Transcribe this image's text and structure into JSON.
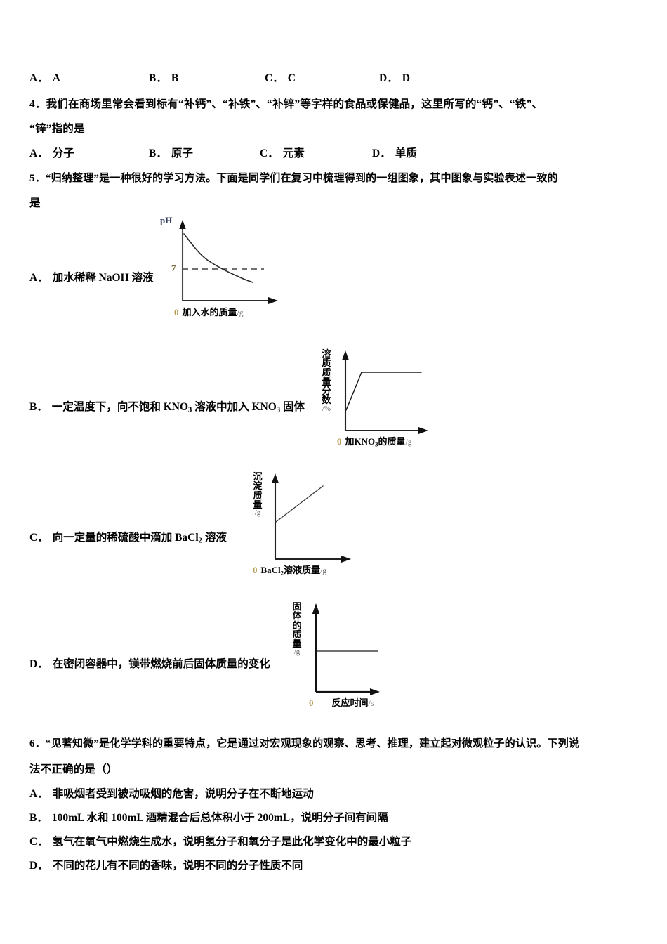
{
  "document": {
    "language": "zh-CN",
    "subject": "chemistry-exam-paper"
  },
  "question_3_options": [
    {
      "label": "A．",
      "text": "A"
    },
    {
      "label": "B．",
      "text": "B"
    },
    {
      "label": "C．",
      "text": "C"
    },
    {
      "label": "D．",
      "text": "D"
    }
  ],
  "question_4": {
    "number": "4．",
    "stem_line_1": "我们在商场里常会看到标有“补钙”、“补铁”、“补锌”等字样的食品或保健品，这里所写的“钙”、“铁”、",
    "stem_line_2": "“锌”指的是",
    "options": [
      {
        "label": "A．",
        "text": "分子"
      },
      {
        "label": "B．",
        "text": "原子"
      },
      {
        "label": "C．",
        "text": "元素"
      },
      {
        "label": "D．",
        "text": "单质"
      }
    ]
  },
  "question_5": {
    "number": "5．",
    "stem_line_1": "“归纳整理”是一种很好的学习方法。下面是同学们在复习中梳理得到的一组图象，其中图象与实验表述一致的",
    "stem_line_2": "是",
    "options": [
      {
        "label": "A．",
        "text_before": "加水稀释 ",
        "formula": "NaOH",
        "text_after": " 溶液",
        "full_text": "加水稀释 NaOH 溶液"
      },
      {
        "label": "B．",
        "full_text": "一定温度下，向不饱和 KNO3 溶液中加入 KNO3 固体"
      },
      {
        "label": "C．",
        "full_text": "向一定量的稀硫酸中滴加 BaCl2 溶液"
      },
      {
        "label": "D．",
        "full_text": "在密闭容器中，镁带燃烧前后固体质量的变化"
      }
    ]
  },
  "question_6": {
    "number": "6．",
    "stem_line_1": "“见著知微”是化学学科的重要特点，它是通过对宏观现象的观察、思考、推理，建立起对微观粒子的认识。下列说",
    "stem_line_2": "法不正确的是（）",
    "options": [
      {
        "label": "A．",
        "text": "非吸烟者受到被动吸烟的危害，说明分子在不断地运动"
      },
      {
        "label": "B．",
        "text": "100mL 水和 100mL 酒精混合后总体积小于 200mL，说明分子间有间隔"
      },
      {
        "label": "C．",
        "text": "氢气在氧气中燃烧生成水，说明氢分子和氧分子是此化学变化中的最小粒子"
      },
      {
        "label": "D．",
        "text": "不同的花儿有不同的香味，说明不同的分子性质不同"
      }
    ]
  },
  "chart_data": [
    {
      "id": "chart-a",
      "type": "line",
      "title": "",
      "ylabel": "pH",
      "xlabel_zero": "0",
      "xlabel": "加入水的质量",
      "xunit": "/g",
      "ytick_labels": [
        "7"
      ],
      "reference_line": {
        "value": 7,
        "style": "dashed",
        "label": "7"
      },
      "grid": false,
      "legend": false,
      "series": [
        {
          "name": "pH",
          "description": "decaying curve starting high, crossing the pH=7 dashed line and continuing below it",
          "points": [
            [
              0,
              10.4
            ],
            [
              0.08,
              9.2
            ],
            [
              0.18,
              8.5
            ],
            [
              0.3,
              8.0
            ],
            [
              0.45,
              7.6
            ],
            [
              0.6,
              7.3
            ],
            [
              0.72,
              7.05
            ],
            [
              0.85,
              6.8
            ],
            [
              1.0,
              6.6
            ]
          ]
        }
      ]
    },
    {
      "id": "chart-b",
      "type": "line",
      "title": "",
      "ylabel_stacked": [
        "溶",
        "质",
        "质",
        "量",
        "分",
        "数"
      ],
      "ylabel": "溶质质量分数",
      "yunit": "/%",
      "xlabel_zero": "0",
      "xlabel": "加KNO3的质量",
      "xunit": "/g",
      "grid": false,
      "legend": false,
      "series": [
        {
          "name": "溶质质量分数",
          "description": "rises steeply from a positive intercept then becomes horizontal (saturation reached)",
          "points": [
            [
              0,
              2.0
            ],
            [
              0.22,
              7.2
            ],
            [
              1.0,
              7.2
            ]
          ]
        }
      ]
    },
    {
      "id": "chart-c",
      "type": "line",
      "title": "",
      "ylabel_stacked": [
        "沉",
        "淀",
        "质",
        "量"
      ],
      "ylabel": "沉淀质量",
      "yunit": "/g",
      "xlabel_zero": "0",
      "xlabel": "BaCl2溶液质量",
      "xunit": "/g",
      "grid": false,
      "legend": false,
      "series": [
        {
          "name": "沉淀质量",
          "description": "straight line rising from a positive y-intercept, no plateau",
          "points": [
            [
              0,
              2.6
            ],
            [
              0.62,
              7.4
            ]
          ]
        }
      ]
    },
    {
      "id": "chart-d",
      "type": "line",
      "title": "",
      "ylabel_stacked": [
        "固",
        "体",
        "的",
        "质",
        "量"
      ],
      "ylabel": "固体的质量",
      "yunit": "/g",
      "xlabel_zero": "0",
      "xlabel": "反应时间",
      "xunit": "/s",
      "grid": false,
      "legend": false,
      "series": [
        {
          "name": "固体的质量",
          "description": "constant horizontal line (mass unchanged in a sealed container)",
          "points": [
            [
              0,
              4.6
            ],
            [
              0.78,
              4.6
            ]
          ]
        }
      ]
    }
  ]
}
